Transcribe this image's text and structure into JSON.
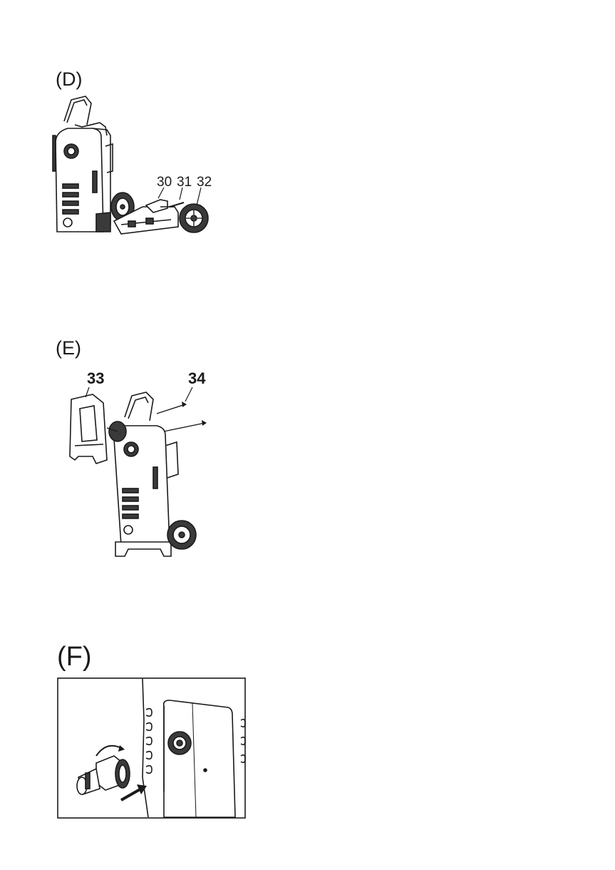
{
  "sections": {
    "d": {
      "label": "(D)",
      "callouts": [
        "30",
        "31",
        "32"
      ]
    },
    "e": {
      "label": "(E)",
      "callouts": [
        "33",
        "34"
      ]
    },
    "f": {
      "label": "(F)"
    }
  },
  "colors": {
    "ink": "#1a1a1a",
    "paper": "#ffffff",
    "fill": "#3a3a3a"
  }
}
